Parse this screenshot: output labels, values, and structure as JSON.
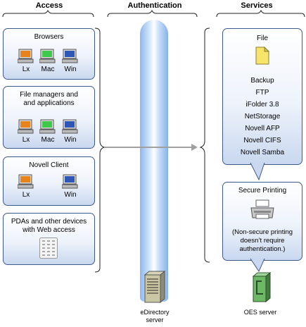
{
  "columns": {
    "access": "Access",
    "authentication": "Authentication",
    "services": "Services"
  },
  "access": {
    "browsers": {
      "title": "Browsers",
      "clients": [
        "Lx",
        "Mac",
        "Win"
      ]
    },
    "file_managers": {
      "title_line1": "File managers and",
      "title_line2": "and applications",
      "clients": [
        "Lx",
        "Mac",
        "Win"
      ]
    },
    "novell_client": {
      "title": "Novell Client",
      "clients": [
        "Lx",
        "Win"
      ]
    },
    "pdas": {
      "title_line1": "PDAs and other devices",
      "title_line2": "with Web access"
    }
  },
  "authentication": {
    "server_label_line1": "eDirectory",
    "server_label_line2": "server"
  },
  "services": {
    "file": {
      "title": "File",
      "items": [
        "Backup",
        "FTP",
        "iFolder 3.8",
        "NetStorage",
        "Novell AFP",
        "Novell CIFS",
        "Novell Samba"
      ]
    },
    "printing": {
      "title": "Secure Printing",
      "note_line1": "(Non-secure printing",
      "note_line2": "doesn’t require",
      "note_line3": "authentication.)"
    },
    "server_label": "OES server"
  },
  "colors": {
    "box_border": "#3d5a8a",
    "pillar": "#9fc3f0",
    "arrow": "#a0a0a0",
    "pc_lx": "#e8821a",
    "pc_mac": "#3ec94a",
    "pc_win": "#2f57b8"
  }
}
